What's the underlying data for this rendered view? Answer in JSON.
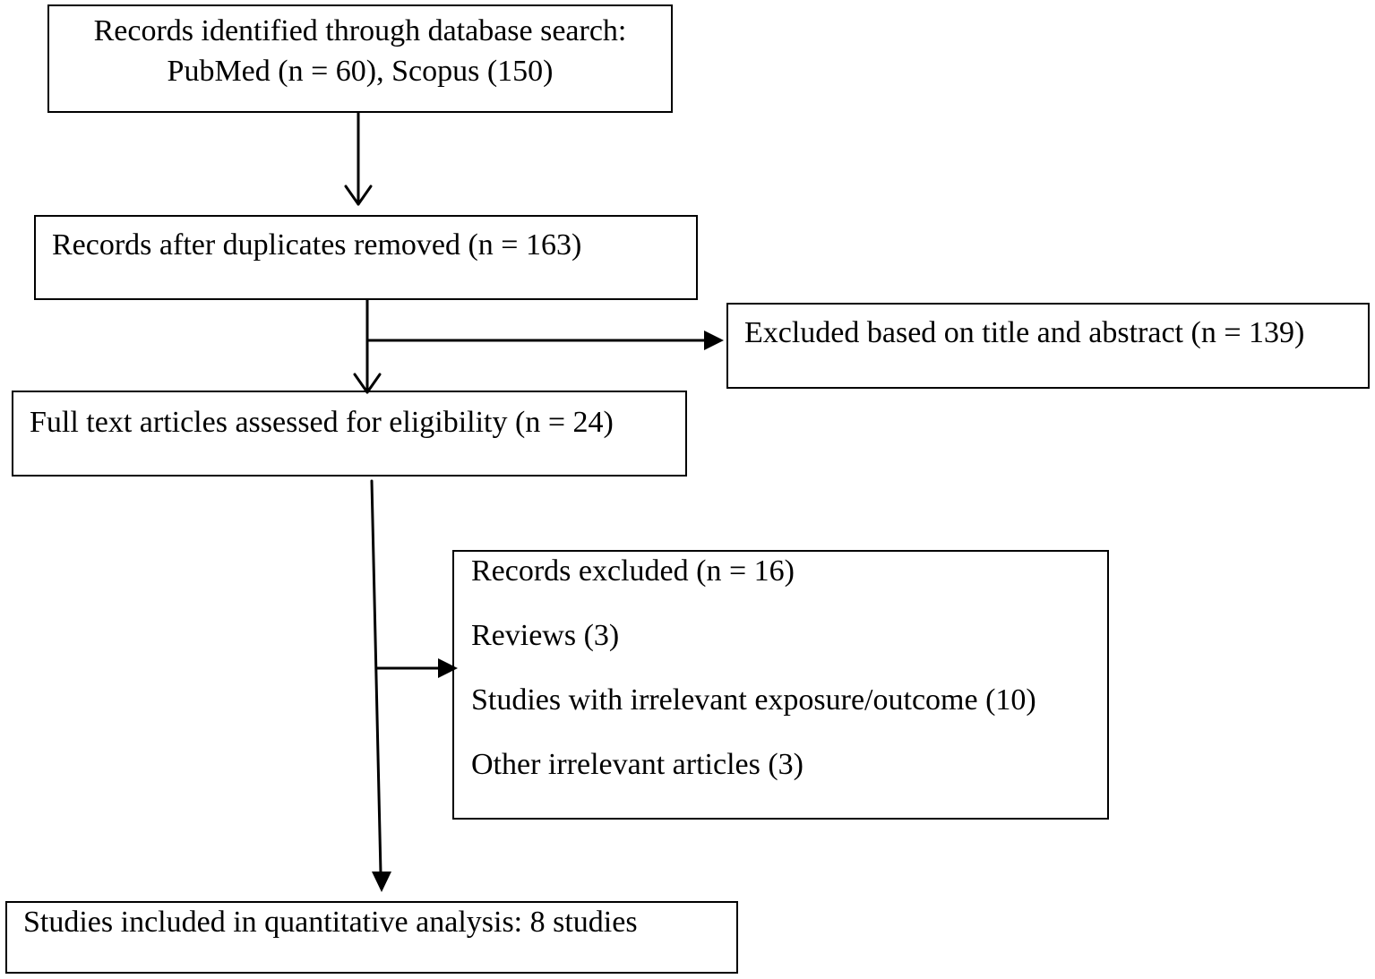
{
  "flowchart": {
    "identification": {
      "line1": "Records identified through database search:",
      "line2": "PubMed (n = 60), Scopus (150)"
    },
    "duplicates_removed": "Records after duplicates removed (n = 163)",
    "excluded_title_abstract": "Excluded based on title and abstract (n = 139)",
    "full_text_assessed": "Full text articles assessed for eligibility (n = 24)",
    "records_excluded": {
      "header": "Records excluded (n = 16)",
      "items": [
        "Reviews (3)",
        "Studies with irrelevant exposure/outcome  (10)",
        "Other irrelevant articles (3)"
      ]
    },
    "included": "Studies included in quantitative analysis: 8 studies"
  }
}
